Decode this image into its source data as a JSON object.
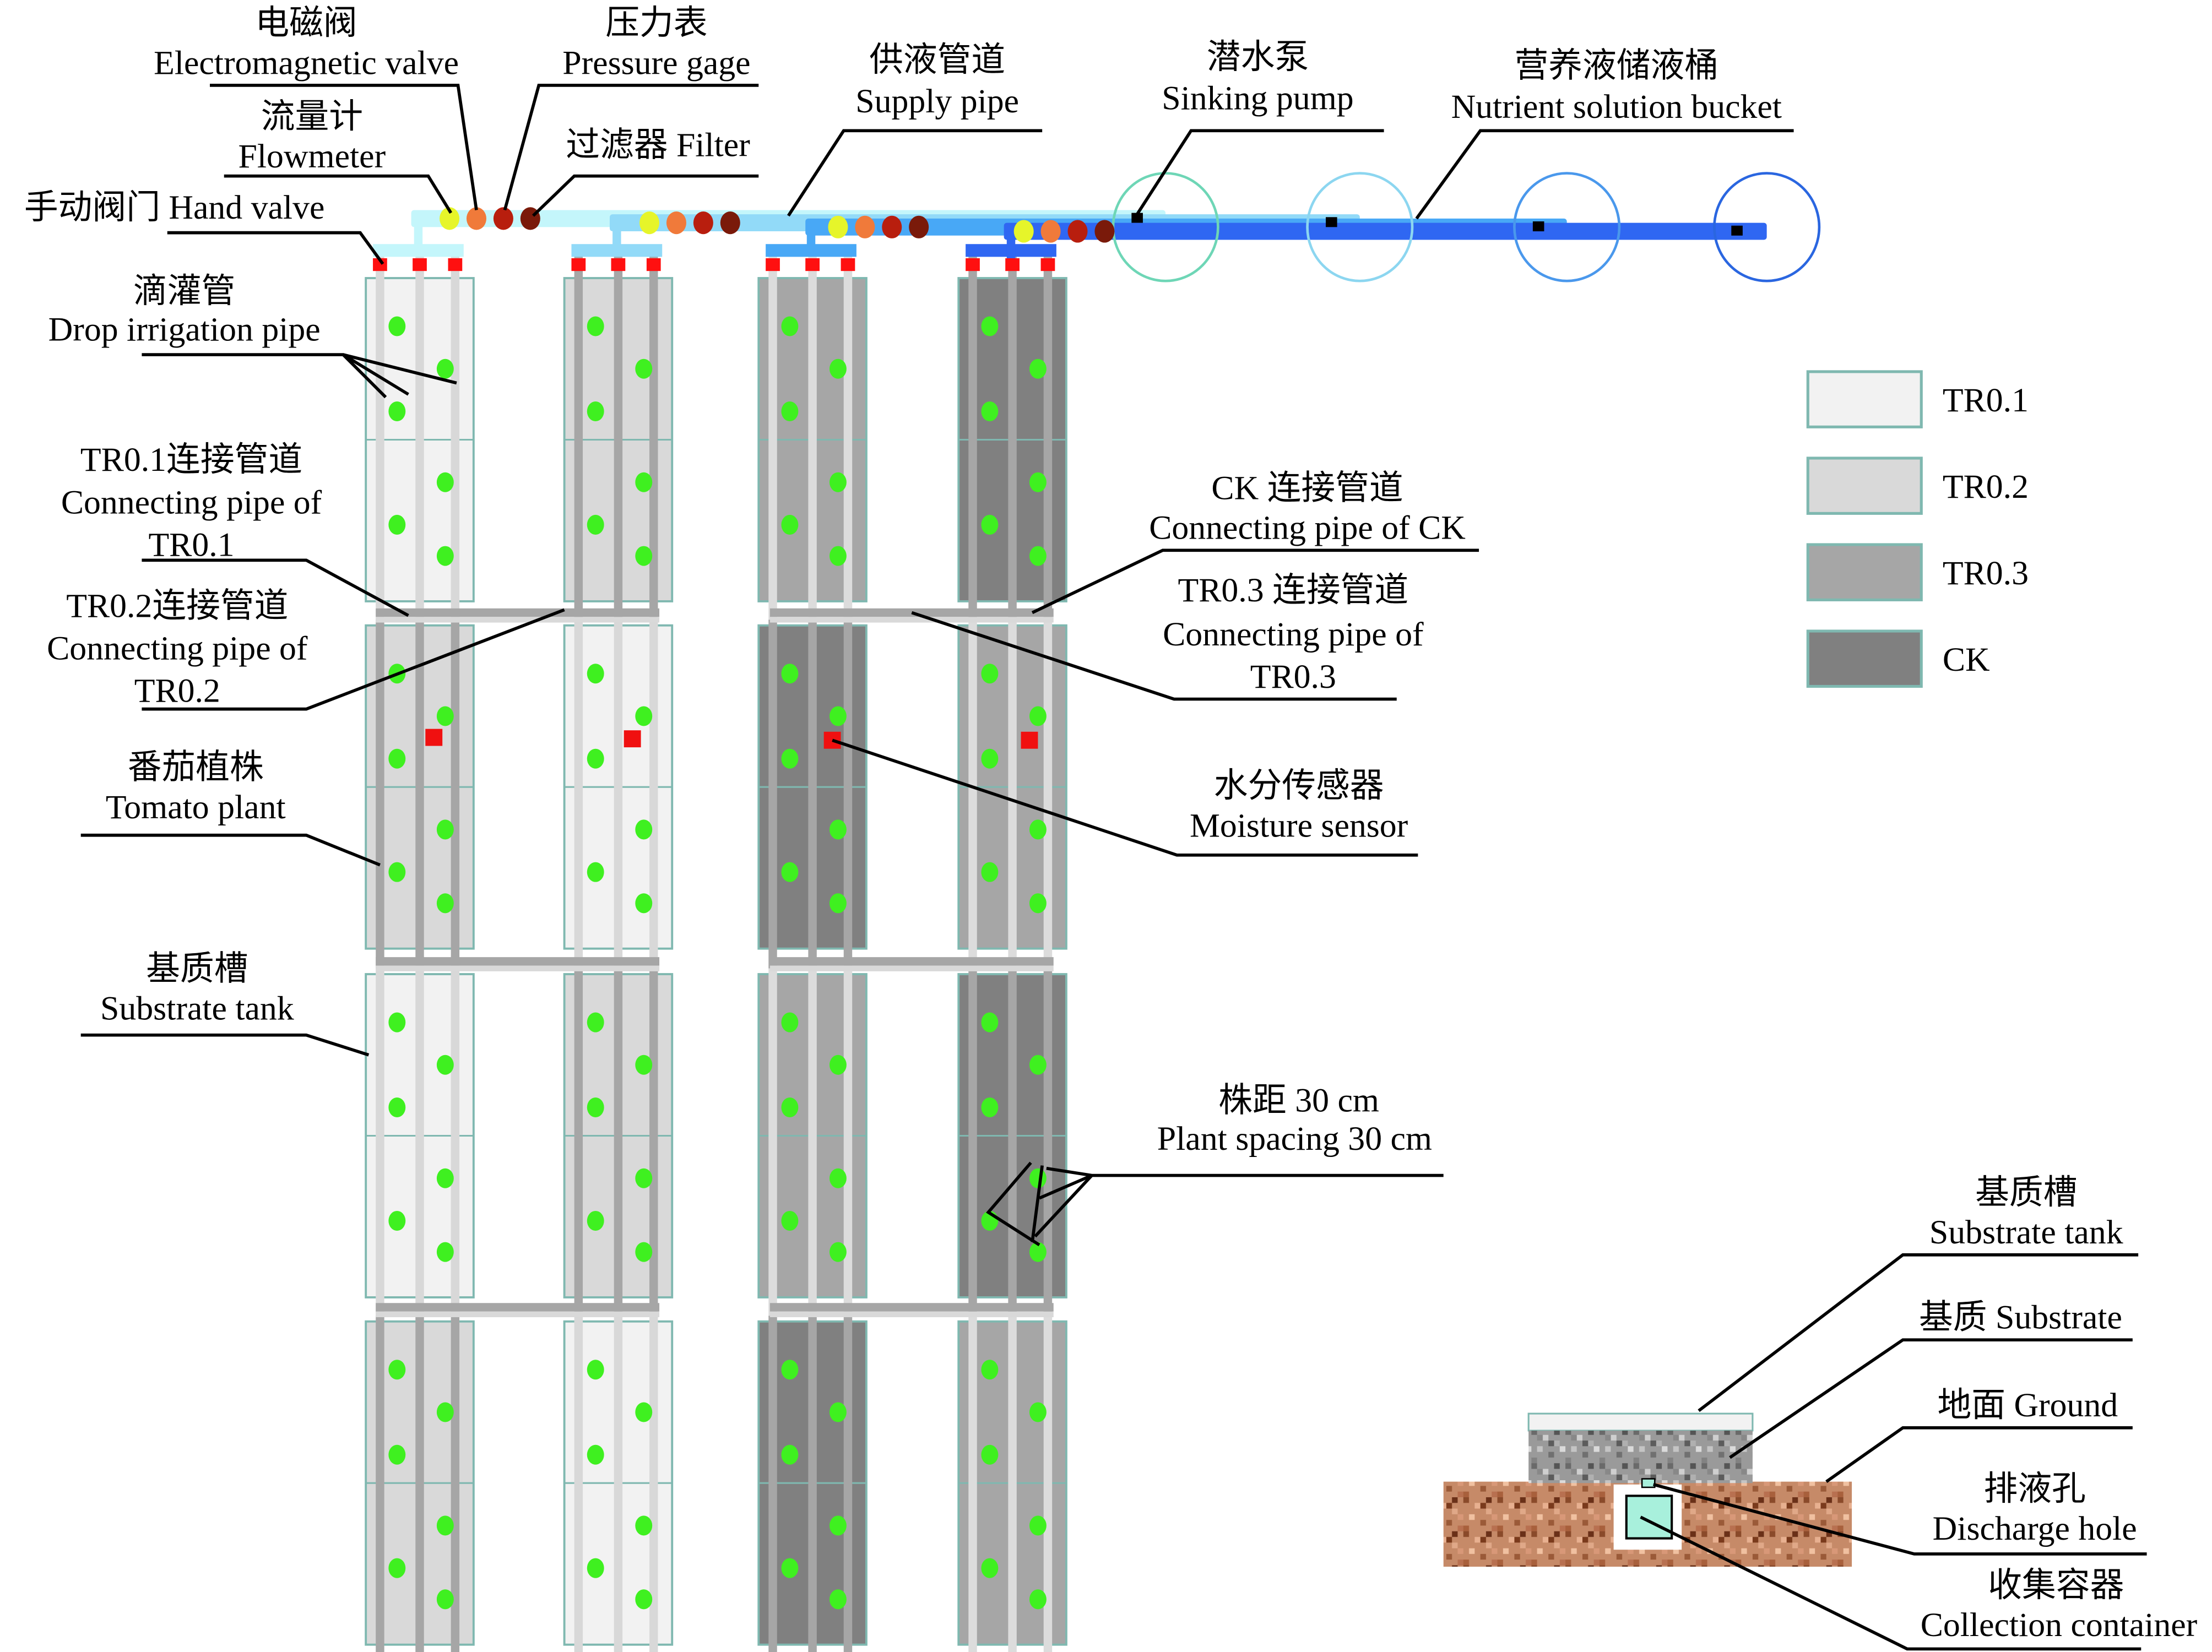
{
  "title": "Substrate cultivation drip-irrigation experiment layout",
  "colors": {
    "TR0.1": "#f2f2f2",
    "TR0.2": "#d9d9d9",
    "TR0.3": "#a6a6a6",
    "CK": "#808080",
    "tank_border": "#7fb8b0",
    "plant": "#3ff020",
    "sensor": "#f01010",
    "hand_valve": "#ff1010",
    "flowmeter": "#e6f52a",
    "electromagnetic_valve": "#f07a3a",
    "pressure_gage": "#b81e0e",
    "filter": "#7a1a0a",
    "pipe_1": "#c4f6fb",
    "pipe_2": "#92daf8",
    "pipe_3": "#48a8f6",
    "pipe_4": "#2f67f2",
    "bucket_1": "#6ed6b6",
    "bucket_2": "#8cd6f0",
    "bucket_3": "#4a98ec",
    "bucket_4": "#2a66e0",
    "ground": "#c08060",
    "substrate": "#9a9a9a",
    "collection_container": "#a8f0dc"
  },
  "labels": {
    "electromagnetic_valve": {
      "zh": "电磁阀",
      "en": "Electromagnetic valve"
    },
    "pressure_gage": {
      "zh": "压力表",
      "en": "Pressure gage"
    },
    "flowmeter": {
      "zh": "流量计",
      "en": "Flowmeter"
    },
    "filter": {
      "zh": "过滤器 Filter"
    },
    "hand_valve": {
      "zh": "手动阀门 Hand valve"
    },
    "supply_pipe": {
      "zh": "供液管道",
      "en": "Supply pipe"
    },
    "sinking_pump": {
      "zh": "潜水泵",
      "en": "Sinking pump"
    },
    "nutrient_bucket": {
      "zh": "营养液储液桶",
      "en": "Nutrient solution bucket"
    },
    "drip_pipe": {
      "zh": "滴灌管",
      "en": "Drop irrigation pipe"
    },
    "tr01_pipe": {
      "zh": "TR0.1连接管道",
      "en1": "Connecting pipe of",
      "en2": "TR0.1"
    },
    "tr02_pipe": {
      "zh": "TR0.2连接管道",
      "en1": "Connecting pipe of",
      "en2": "TR0.2"
    },
    "tomato": {
      "zh": "番茄植株",
      "en": "Tomato plant"
    },
    "substrate_tank": {
      "zh": "基质槽",
      "en": "Substrate tank"
    },
    "ck_pipe": {
      "zh": "CK 连接管道",
      "en": "Connecting pipe of CK"
    },
    "tr03_pipe": {
      "zh": "TR0.3 连接管道",
      "en1": "Connecting pipe of",
      "en2": "TR0.3"
    },
    "moisture_sensor": {
      "zh": "水分传感器",
      "en": "Moisture sensor"
    },
    "plant_spacing": {
      "zh": "株距 30 cm",
      "en": "Plant spacing 30 cm"
    }
  },
  "legend": [
    {
      "key": "TR0.1",
      "label": "TR0.1"
    },
    {
      "key": "TR0.2",
      "label": "TR0.2"
    },
    {
      "key": "TR0.3",
      "label": "TR0.3"
    },
    {
      "key": "CK",
      "label": "CK"
    }
  ],
  "grid": [
    [
      "TR0.1",
      "TR0.2",
      "TR0.3",
      "CK"
    ],
    [
      "TR0.2",
      "TR0.1",
      "CK",
      "TR0.3"
    ],
    [
      "TR0.1",
      "TR0.2",
      "TR0.3",
      "CK"
    ],
    [
      "TR0.2",
      "TR0.1",
      "CK",
      "TR0.3"
    ]
  ],
  "cross_section": {
    "substrate_tank": {
      "zh": "基质槽",
      "en": "Substrate tank"
    },
    "substrate": {
      "text": "基质 Substrate"
    },
    "ground": {
      "text": "地面 Ground"
    },
    "discharge_hole": {
      "zh": "排液孔",
      "en": "Discharge hole"
    },
    "collection_container": {
      "zh": "收集容器",
      "en": "Collection container"
    }
  }
}
